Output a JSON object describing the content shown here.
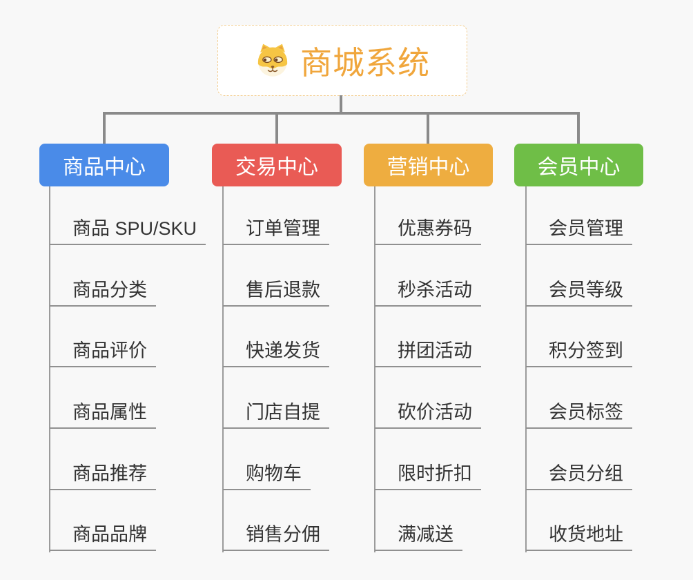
{
  "canvas": {
    "background": "#F8F8F8",
    "connector_color": "#8A8A8A",
    "underline_color": "#909090",
    "item_text_color": "#333333"
  },
  "root": {
    "title": "商城系统",
    "icon": "dog-face-icon",
    "accent_color": "#F0A63C",
    "border_color": "#F3CD8E"
  },
  "branches": [
    {
      "label": "商品中心",
      "color": "#4A8BE8",
      "items": [
        "商品 SPU/SKU",
        "商品分类",
        "商品评价",
        "商品属性",
        "商品推荐",
        "商品品牌"
      ]
    },
    {
      "label": "交易中心",
      "color": "#E95B55",
      "items": [
        "订单管理",
        "售后退款",
        "快递发货",
        "门店自提",
        "购物车",
        "销售分佣"
      ]
    },
    {
      "label": "营销中心",
      "color": "#EEAD40",
      "items": [
        "优惠券码",
        "秒杀活动",
        "拼团活动",
        "砍价活动",
        "限时折扣",
        "满减送"
      ]
    },
    {
      "label": "会员中心",
      "color": "#6FBE47",
      "items": [
        "会员管理",
        "会员等级",
        "积分签到",
        "会员标签",
        "会员分组",
        "收货地址"
      ]
    }
  ]
}
